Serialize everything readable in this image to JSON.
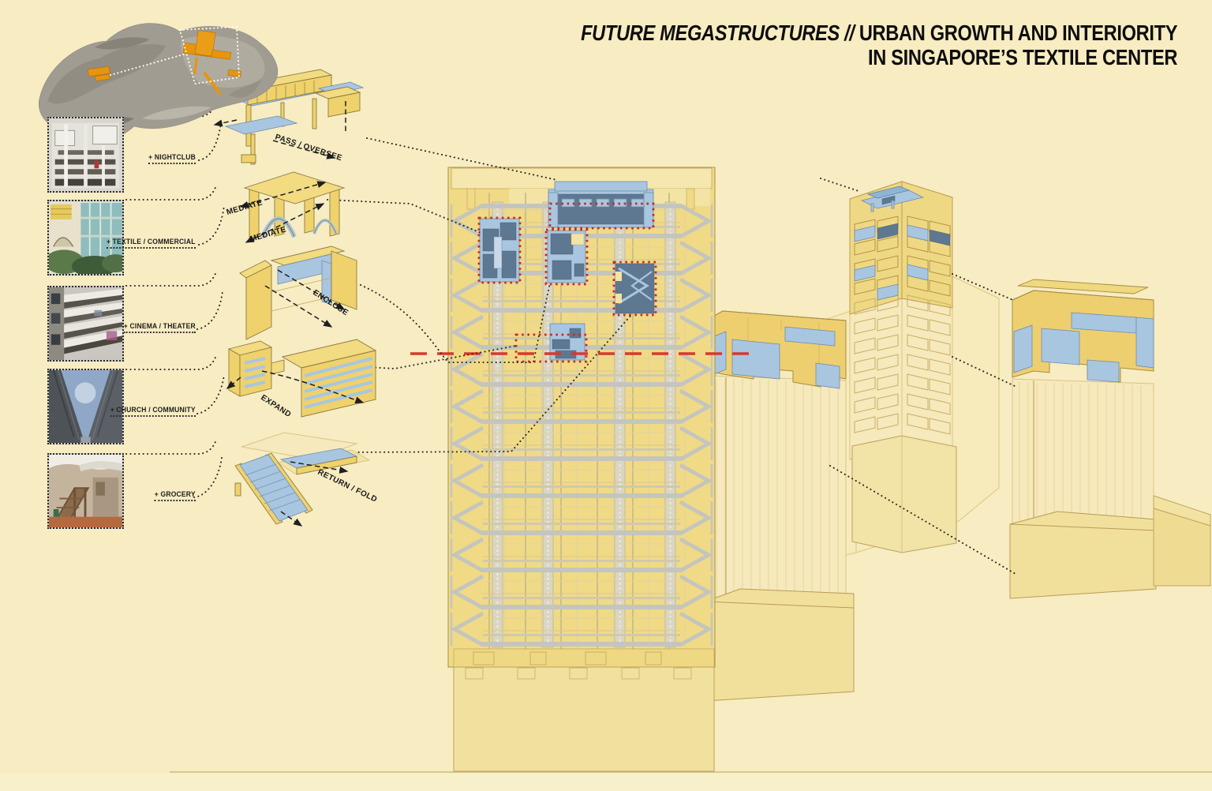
{
  "title": {
    "project": "FUTURE MEGASTRUCTURES //",
    "subtitle_line1": "URBAN GROWTH AND INTERIORITY",
    "subtitle_line2": "IN SINGAPORE’S TEXTILE CENTER"
  },
  "program_photos": [
    {
      "id": "nightclub",
      "label": "+ NIGHTCLUB"
    },
    {
      "id": "textile-commercial",
      "label": "+ TEXTILE / COMMERCIAL"
    },
    {
      "id": "cinema-theater",
      "label": "+ CINEMA / THEATER"
    },
    {
      "id": "church-community",
      "label": "+ CHURCH / COMMUNITY"
    },
    {
      "id": "grocery",
      "label": "+ GROCERY"
    }
  ],
  "operations": {
    "pass_oversee": "PASS / OVERSEE",
    "mediate": "MEDIATE",
    "enclose": "ENCLOSE",
    "expand": "EXPAND",
    "return_fold": "RETURN / FOLD"
  },
  "colors": {
    "background": "#F7ECC2",
    "tower_yellow": "#F0DA86",
    "axon_yellow": "#EECF6F",
    "pale_yellow": "#F4E6AE",
    "structure_gray": "#C4C5BD",
    "room_blue_light": "#A9C6E1",
    "room_blue_dark": "#5E7891",
    "section_red": "#D8392C",
    "marker_red": "#C62A22",
    "map_orange": "#E8940C",
    "ink": "#1A1A1A"
  }
}
